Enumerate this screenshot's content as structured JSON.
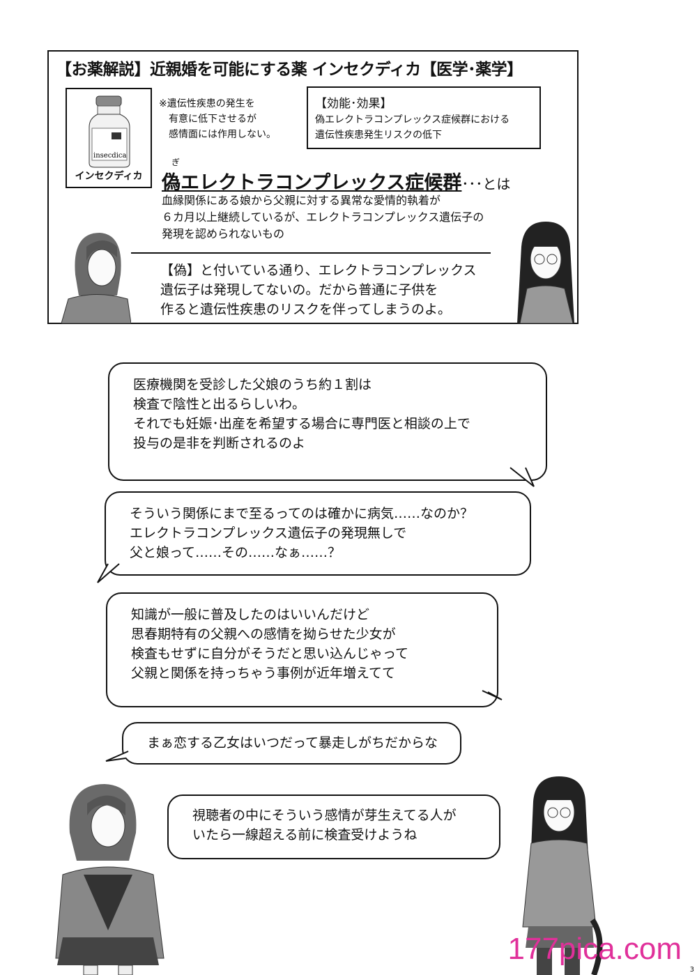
{
  "panel": {
    "title": "【お薬解説】近親婚を可能にする薬 インセクディカ【医学･薬学】",
    "drug": {
      "label_on_bottle": "insecdica",
      "name": "インセクディカ"
    },
    "note": "※遺伝性疾患の発生を\n　有意に低下させるが\n　感情面には作用しない。",
    "effect": {
      "heading": "【効能･効果】",
      "lines": [
        "偽エレクトラコンプレックス症候群における",
        "遺伝性疾患発生リスクの低下"
      ]
    },
    "syndrome": {
      "ruby": "ぎ",
      "name": "偽エレクトラコンプレックス症候群",
      "suffix": "･･･とは"
    },
    "definition": [
      "血縁関係にある娘から父親に対する異常な愛情的執着が",
      "６カ月以上継続しているが、エレクトラコンプレックス遺伝子の",
      "発現を認められないもの"
    ],
    "explanation": [
      "【偽】と付いている通り、エレクトラコンプレックス",
      "遺伝子は発現してないの。だから普通に子供を",
      "作ると遺伝性疾患のリスクを伴ってしまうのよ。"
    ]
  },
  "bubbles": [
    "医療機関を受診した父娘のうち約１割は\n検査で陰性と出るらしいわ。\nそれでも妊娠･出産を希望する場合に専門医と相談の上で\n投与の是非を判断されるのよ",
    "そういう関係にまで至るってのは確かに病気……なのか？\nエレクトラコンプレックス遺伝子の発現無しで\n父と娘って……その……なぁ……？",
    "知識が一般に普及したのはいいんだけど\n思春期特有の父親への感情を拗らせた少女が\n検査もせずに自分がそうだと思い込んじゃって\n父親と関係を持っちゃう事例が近年増えてて",
    "まぁ恋する乙女はいつだって暴走しがちだからな",
    "視聴者の中にそういう感情が芽生えてる人が\nいたら一線超える前に検査受けようね"
  ],
  "watermark": "177pica.com",
  "page_number": "3",
  "colors": {
    "watermark": "#e0309a"
  }
}
